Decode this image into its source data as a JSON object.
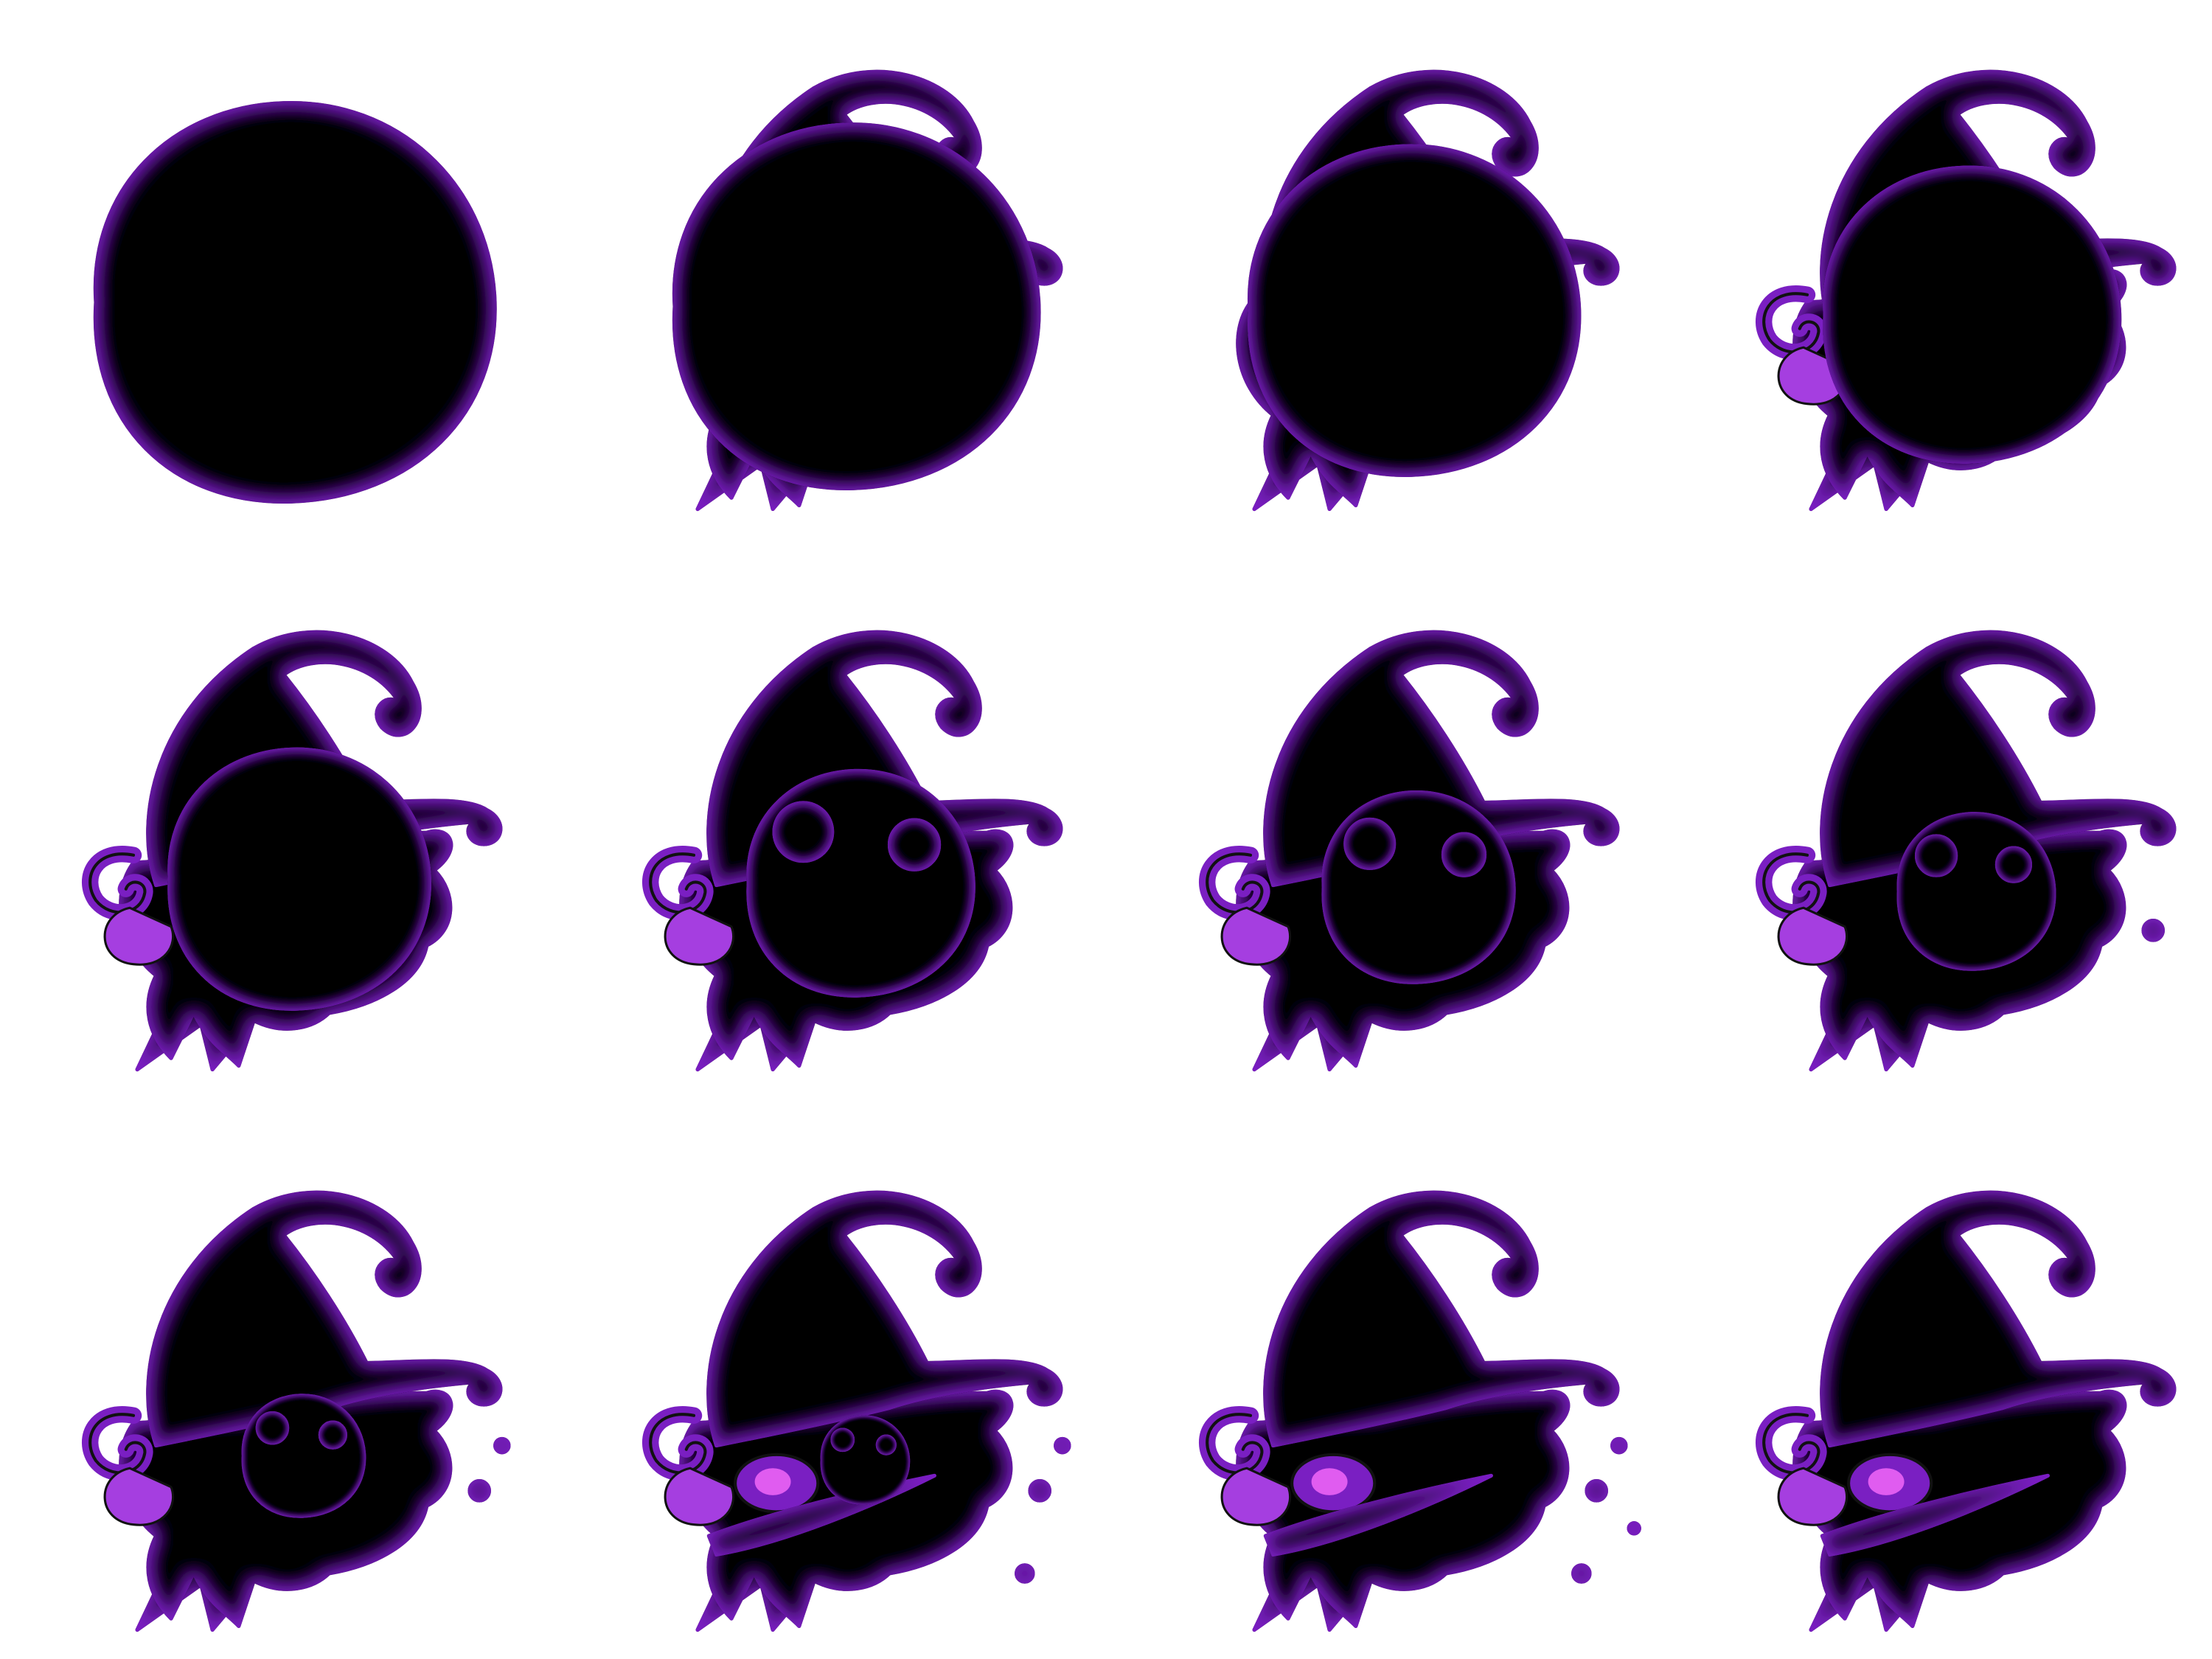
{
  "sprite_sheet": {
    "rows": 3,
    "columns": 4,
    "frame_count": 12,
    "frames": [
      {
        "index": 1,
        "stage": 0
      },
      {
        "index": 2,
        "stage": 1
      },
      {
        "index": 3,
        "stage": 2
      },
      {
        "index": 4,
        "stage": 3
      },
      {
        "index": 5,
        "stage": 4
      },
      {
        "index": 6,
        "stage": 5
      },
      {
        "index": 7,
        "stage": 6
      },
      {
        "index": 8,
        "stage": 7
      },
      {
        "index": 9,
        "stage": 8
      },
      {
        "index": 10,
        "stage": 9
      },
      {
        "index": 11,
        "stage": 10
      },
      {
        "index": 12,
        "stage": 11
      }
    ]
  },
  "colors": {
    "background": "#ffffff",
    "body": "#000000",
    "glow": "#7a1fc2",
    "glow_light": "#a53ee0",
    "outline": "#111111",
    "eye": "#c030e0",
    "eye_core": "#e05cf0"
  }
}
